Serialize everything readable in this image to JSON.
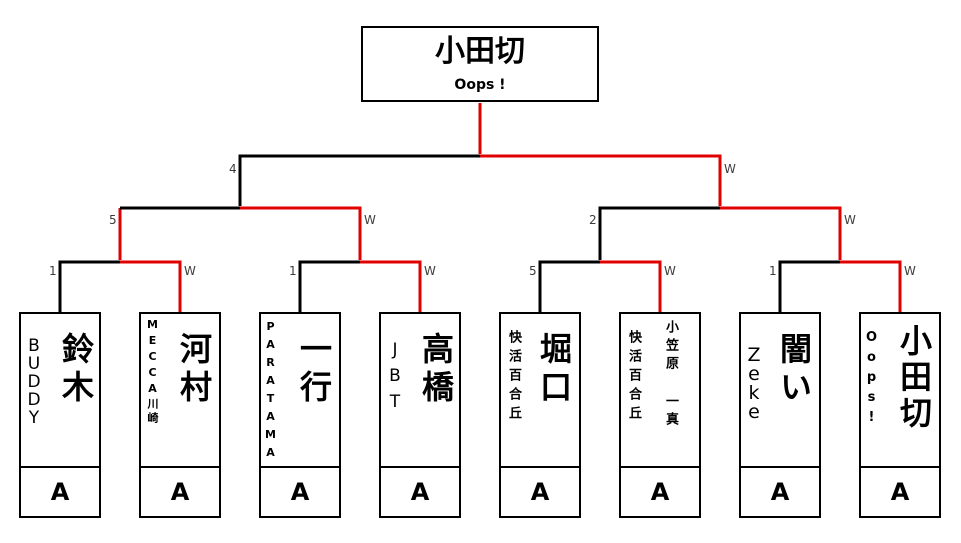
{
  "champion": {
    "name": "小田切",
    "team": "Oops !"
  },
  "match_labels": {
    "final_left": "4",
    "final_right": "W",
    "semi_left_left": "5",
    "semi_left_right": "W",
    "semi_right_left": "2",
    "semi_right_right": "W",
    "q1_left": "1",
    "q1_right": "W",
    "q2_left": "1",
    "q2_right": "W",
    "q3_left": "5",
    "q3_right": "W",
    "q4_left": "1",
    "q4_right": "W"
  },
  "players": [
    {
      "name": "鈴木",
      "team": "BUDDY",
      "grade": "A"
    },
    {
      "name": "河村",
      "team": "MECCA川崎",
      "grade": "A"
    },
    {
      "name": "一行",
      "team": "PARATAMA",
      "grade": "A"
    },
    {
      "name": "高橋",
      "team": "JBT",
      "grade": "A"
    },
    {
      "name": "堀口",
      "team": "快活百合丘",
      "grade": "A"
    },
    {
      "name": "小笠原 一真",
      "team": "快活百合丘",
      "grade": "A"
    },
    {
      "name": "闇い",
      "team": "Zeke",
      "grade": "A"
    },
    {
      "name": "小田切",
      "team": "Oops!",
      "grade": "A"
    }
  ],
  "colors": {
    "winner_line": "#e00000",
    "loser_line": "#000000"
  }
}
